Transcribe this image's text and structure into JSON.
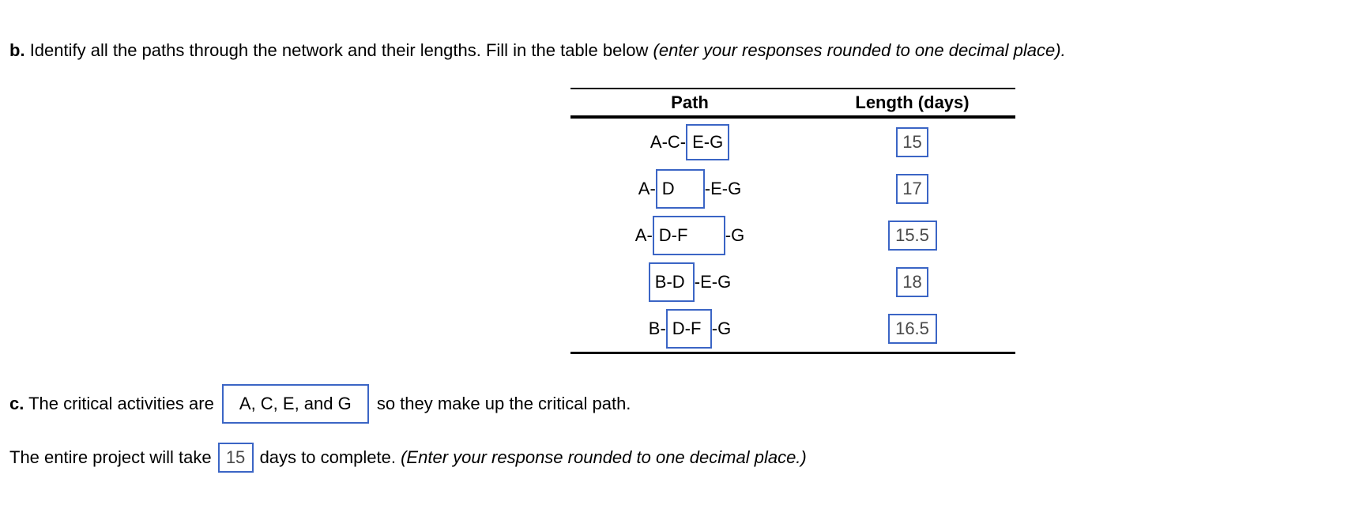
{
  "colors": {
    "answer_box_border": "#3B65C5",
    "numeric_answer_text": "#4A4A4A",
    "body_text": "#000000",
    "table_rule": "#000000"
  },
  "question_b": {
    "label": "b.",
    "text": "Identify all the paths through the network and their lengths. Fill in the table below",
    "note_italic": "(enter your responses rounded to one decimal place)."
  },
  "table": {
    "path_header": "Path",
    "length_header": "Length (days)",
    "rows": [
      {
        "pre": "A-C-",
        "box": "E-G",
        "post": "",
        "length": "15"
      },
      {
        "pre": "A-",
        "box": "D",
        "post": "-E-G",
        "length": "17"
      },
      {
        "pre": "A-",
        "box": "D-F",
        "post": "-G",
        "length": "15.5"
      },
      {
        "pre": "",
        "box": "B-D",
        "post": "-E-G",
        "length": "18"
      },
      {
        "pre": "B-",
        "box": "D-F",
        "post": "-G",
        "length": "16.5"
      }
    ]
  },
  "question_c": {
    "label": "c.",
    "text_before": " The critical activities are",
    "box": "A, C, E, and G",
    "text_after": "so they make up the critical path."
  },
  "project_line": {
    "text_before": "The entire project will take",
    "box": "15",
    "text_after": "days to complete. ",
    "note_italic": "(Enter your response rounded to one decimal place.)"
  }
}
